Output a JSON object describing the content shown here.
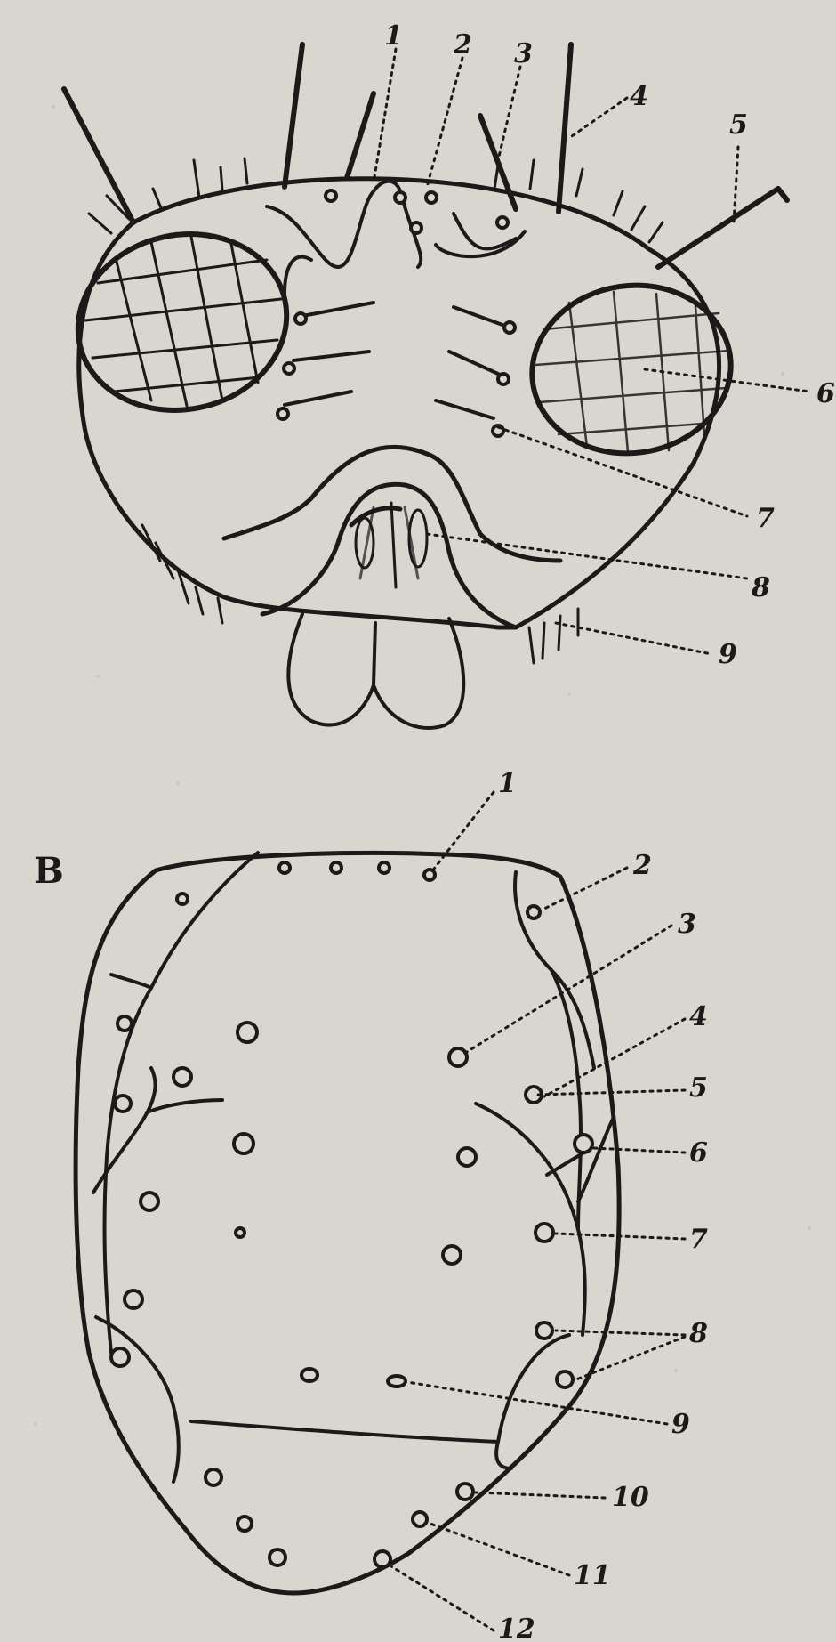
{
  "panel_a": {
    "labels": [
      "1",
      "2",
      "3",
      "4",
      "5",
      "6",
      "7",
      "8",
      "9"
    ]
  },
  "panel_b": {
    "letter": "B",
    "labels": [
      "1",
      "2",
      "3",
      "4",
      "5",
      "6",
      "7",
      "8",
      "9",
      "10",
      "11",
      "12"
    ]
  }
}
